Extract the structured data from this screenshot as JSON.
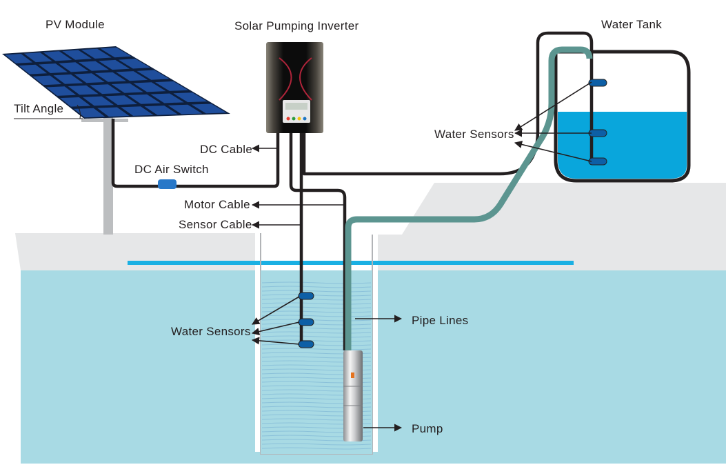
{
  "labels": {
    "pv_module": "PV Module",
    "inverter": "Solar Pumping Inverter",
    "water_tank": "Water Tank",
    "tilt_angle": "Tilt Angle",
    "dc_cable": "DC Cable",
    "dc_air_switch": "DC Air Switch",
    "motor_cable": "Motor Cable",
    "sensor_cable": "Sensor Cable",
    "tank_water_sensors": "Water Sensors",
    "well_water_sensors": "Water Sensors",
    "pipe_lines": "Pipe Lines",
    "pump": "Pump"
  },
  "colors": {
    "water": "#a8dae4",
    "tank_water": "#09a6dc",
    "water_line": "#1ab0e3",
    "ground": "#e6e7e8",
    "pipe": "#5c9590",
    "cable": "#231f20",
    "sensor": "#0d5fa6",
    "panel": "#1f4e9c",
    "stand": "#bcbec0"
  }
}
